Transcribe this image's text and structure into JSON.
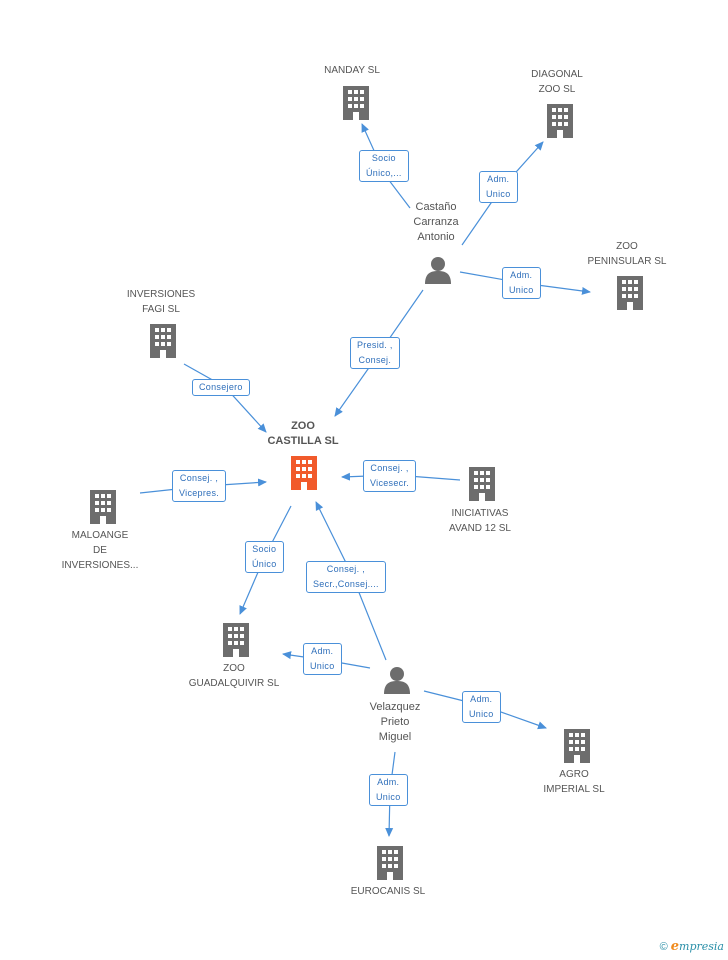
{
  "nodes": {
    "nanday": "NANDAY SL",
    "diagonal": "DIAGONAL\nZOO SL",
    "castano": "Castaño\nCarranza\nAntonio",
    "peninsular": "ZOO\nPENINSULAR SL",
    "fagi": "INVERSIONES\nFAGI SL",
    "castilla": "ZOO\nCASTILLA SL",
    "iniciativas": "INICIATIVAS\nAVAND 12 SL",
    "maloange": "MALOANGE\nDE\nINVERSIONES...",
    "guadalquivir": "ZOO\nGUADALQUIVIR SL",
    "velazquez": "Velazquez\nPrieto\nMiguel",
    "agro": "AGRO\nIMPERIAL SL",
    "eurocanis": "EUROCANIS SL"
  },
  "edges": {
    "socio_unico_nanday": "Socio\nÚnico,...",
    "adm_unico_diagonal": "Adm.\nUnico",
    "adm_unico_peninsular": "Adm.\nUnico",
    "presid_consej": "Presid. ,\nConsej.",
    "consejero": "Consejero",
    "consej_vicepres": "Consej. ,\nVicepres.",
    "consej_vicesecr": "Consej. ,\nVicesecr.",
    "socio_unico_guad": "Socio\nÚnico",
    "consej_secr": "Consej. ,\nSecr.,Consej....",
    "adm_unico_guad": "Adm.\nUnico",
    "adm_unico_agro": "Adm.\nUnico",
    "adm_unico_eurocanis": "Adm.\nUnico"
  },
  "footer": {
    "copyright": "©",
    "brand_e": "e",
    "brand_rest": "mpresia"
  },
  "colors": {
    "main_node": "#f15a2b",
    "node": "#6d6d6d",
    "edge": "#4a90d9"
  }
}
